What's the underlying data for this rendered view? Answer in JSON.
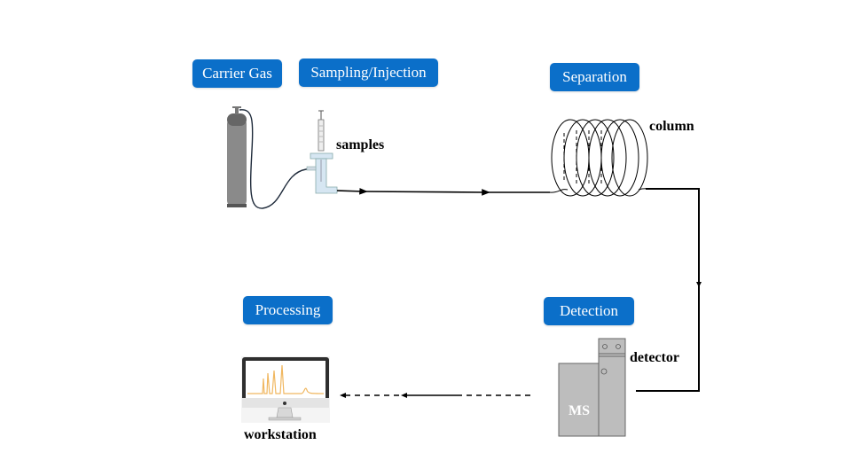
{
  "stages": {
    "carrier_gas": "Carrier Gas",
    "sampling_injection": "Sampling/Injection",
    "separation": "Separation",
    "detection": "Detection",
    "processing": "Processing"
  },
  "labels": {
    "samples": "samples",
    "column": "column",
    "detector": "detector",
    "workstation": "workstation",
    "ms": "MS"
  },
  "colors": {
    "stage_button": "#0b6fc9",
    "equipment_gray": "#bdbdbd",
    "cylinder_gray": "#888888",
    "injector_blue": "#d6e6f2",
    "chromatogram": "#f0b760"
  }
}
